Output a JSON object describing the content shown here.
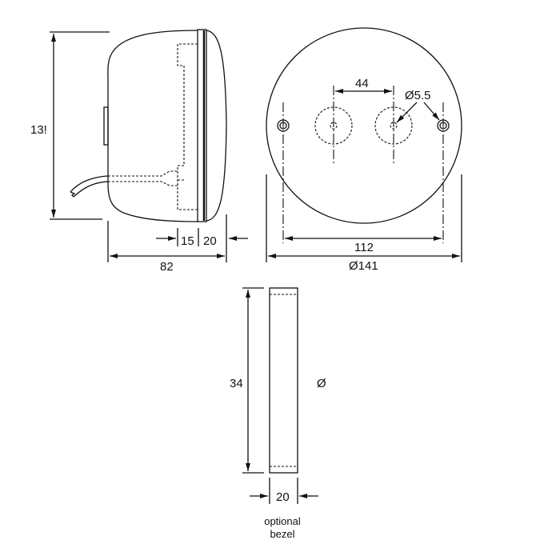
{
  "side_view": {
    "height_label": "13!",
    "dim_15": "15",
    "dim_20": "20",
    "dim_82": "82"
  },
  "front_view": {
    "hole_spacing": "44",
    "hole_diameter": "Ø5.5",
    "mount_spacing": "112",
    "diameter": "Ø141"
  },
  "bezel_view": {
    "height": "34",
    "diameter": "Ø",
    "width": "20",
    "caption_line1": "optional",
    "caption_line2": "bezel"
  }
}
